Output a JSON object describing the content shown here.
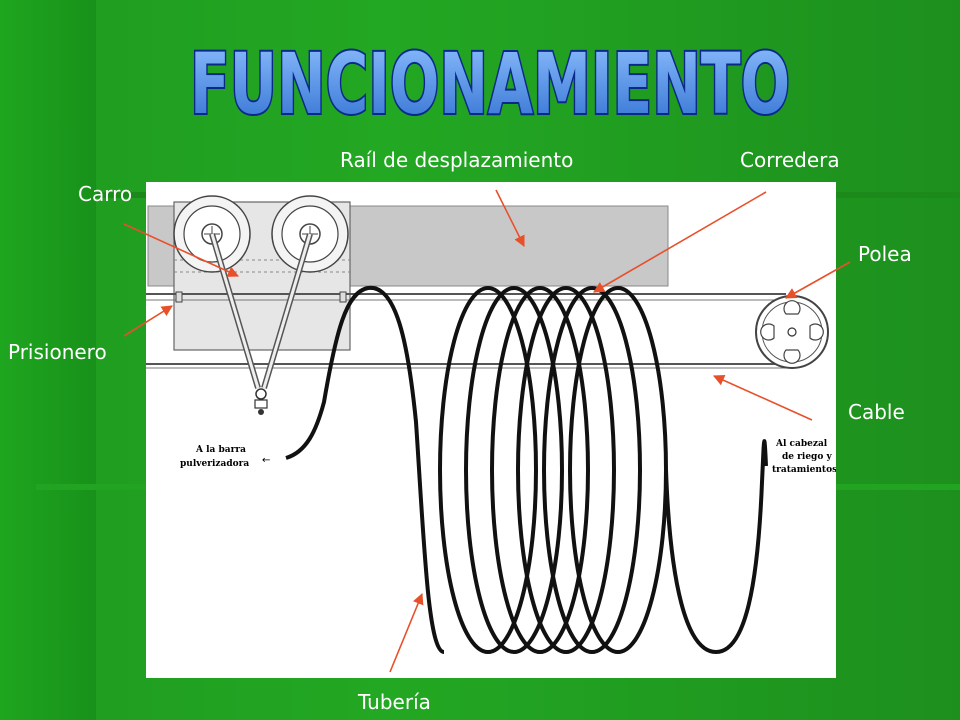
{
  "title": "FUNCIONAMIENTO",
  "labels": {
    "rail": "Raíl de desplazamiento",
    "slider": "Corredera",
    "cart": "Carro",
    "pulley": "Polea",
    "set_screw": "Prisionero",
    "cable": "Cable",
    "pipe": "Tubería"
  },
  "diagram_text": {
    "left_line1": "A la barra",
    "left_line2": "pulverizadora",
    "right_line1": "Al cabezal",
    "right_line2": "de riego y",
    "right_line3": "tratamientos"
  },
  "colors": {
    "background": "#1f9a1f",
    "title_fill": "#3d7fd6",
    "title_outline": "#0a2a8a",
    "arrow": "#e8502a",
    "rail": "#c8c8c8"
  }
}
